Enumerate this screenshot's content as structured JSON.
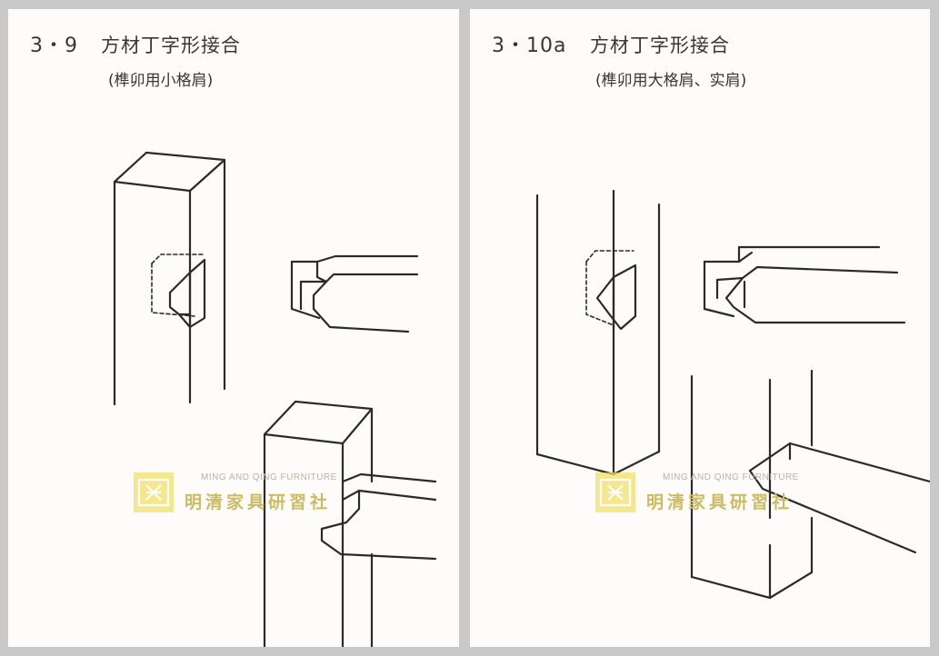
{
  "left": {
    "number": "3・9",
    "title": "方材丁字形接合",
    "subtitle": "(榫卯用小格肩)"
  },
  "right": {
    "number": "3・10a",
    "title": "方材丁字形接合",
    "subtitle": "(榫卯用大格肩、实肩)"
  },
  "watermark": {
    "english": "MING AND QING FURNITURE",
    "chinese": "明清家具研習社"
  }
}
